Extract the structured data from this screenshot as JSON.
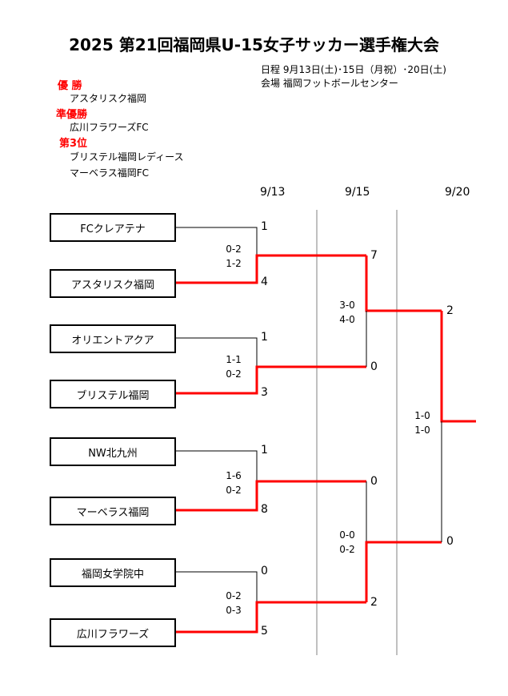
{
  "title": "2025 第21回福岡県U-15女子サッカー選手権大会",
  "info": {
    "schedule": "日程  9月13日(土)･15日（月祝）･20日(土)",
    "venue": "会場  福岡フットボールセンター"
  },
  "results": {
    "champion_label": "優  勝",
    "champion": "アスタリスク福岡",
    "runner_up_label": "準優勝",
    "runner_up": "広川フラワーズFC",
    "third_label": "第3位",
    "third_1": "ブリステル福岡レディース",
    "third_2": "マーベラス福岡FC"
  },
  "dates": [
    "9/13",
    "9/15",
    "9/20"
  ],
  "teams": [
    "FCクレアテナ",
    "アスタリスク福岡",
    "オリエントアクア",
    "ブリステル福岡",
    "NW北九州",
    "マーベラス福岡",
    "福岡女学院中",
    "広川フラワーズ"
  ],
  "scores_r1": [
    "1",
    "4",
    "1",
    "3",
    "1",
    "8",
    "0",
    "5"
  ],
  "scores_r2": [
    "7",
    "0",
    "0",
    "2"
  ],
  "scores_final": [
    "2",
    "0"
  ],
  "halves_r1": [
    [
      "0-2",
      "1-2"
    ],
    [
      "1-1",
      "0-2"
    ],
    [
      "1-6",
      "0-2"
    ],
    [
      "0-2",
      "0-3"
    ]
  ],
  "halves_r2": [
    [
      "3-0",
      "4-0"
    ],
    [
      "0-0",
      "0-2"
    ]
  ],
  "halves_final": [
    "1-0",
    "1-0"
  ],
  "colors": {
    "winner_line": "#ff0000",
    "line": "#000000",
    "divider": "#808080"
  }
}
